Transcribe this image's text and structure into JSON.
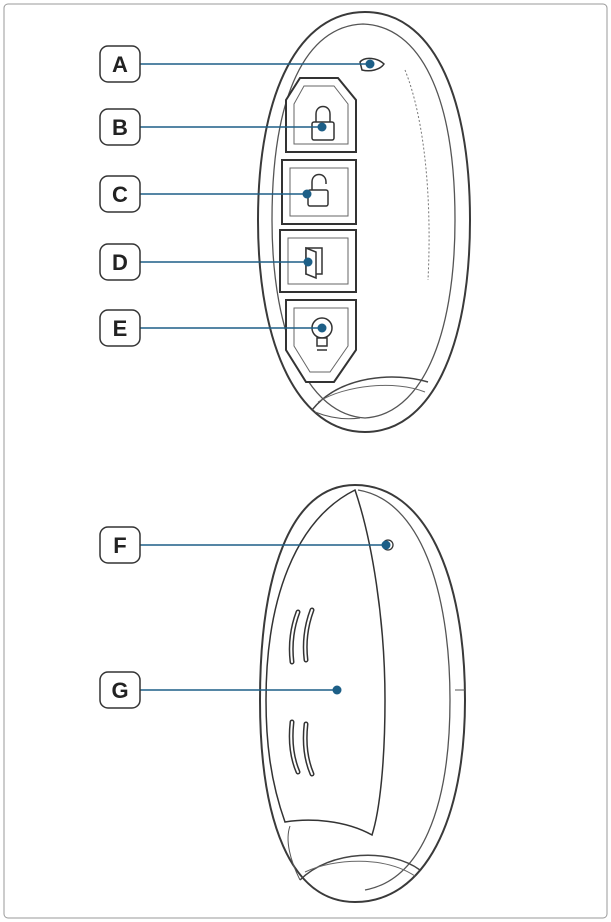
{
  "diagram": {
    "labels": [
      {
        "key": "A"
      },
      {
        "key": "B"
      },
      {
        "key": "C"
      },
      {
        "key": "D"
      },
      {
        "key": "E"
      },
      {
        "key": "F"
      },
      {
        "key": "G"
      }
    ],
    "colors": {
      "leader": "#1d5f87",
      "dot": "#1d5f87",
      "outline": "#3a3a3a",
      "label_border": "#333333",
      "frame": "#888888"
    }
  }
}
